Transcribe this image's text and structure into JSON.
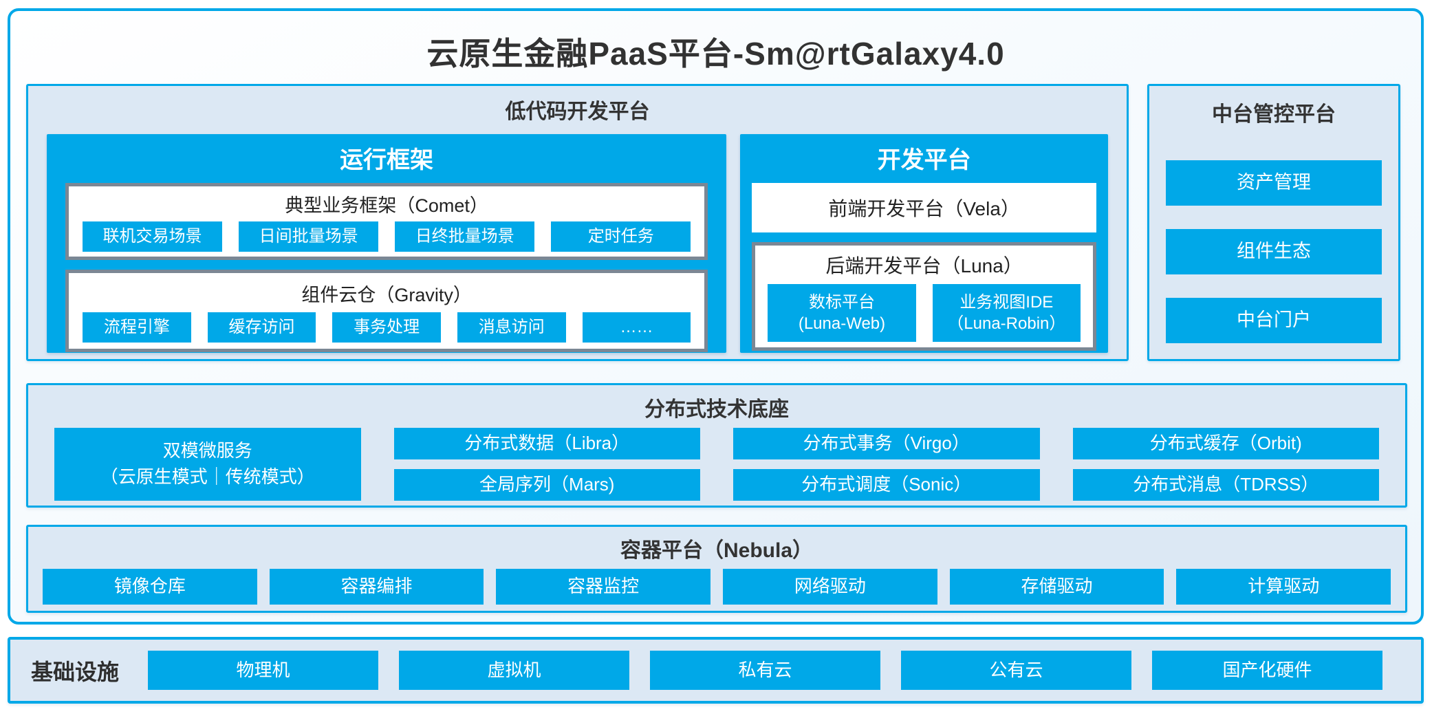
{
  "title": "云原生金融PaaS平台-Sm@rtGalaxy4.0",
  "colors": {
    "accent": "#00A8E8",
    "section_bg": "#DCE8F4",
    "inner_box_border": "#7B8794",
    "text_dark": "#333333"
  },
  "low_code": {
    "title": "低代码开发平台",
    "runtime": {
      "title": "运行框架",
      "comet": {
        "title": "典型业务框架（Comet）",
        "items": [
          "联机交易场景",
          "日间批量场景",
          "日终批量场景",
          "定时任务"
        ]
      },
      "gravity": {
        "title": "组件云仓（Gravity）",
        "items": [
          "流程引擎",
          "缓存访问",
          "事务处理",
          "消息访问",
          "……"
        ]
      }
    },
    "dev": {
      "title": "开发平台",
      "vela": "前端开发平台（Vela）",
      "luna": {
        "title": "后端开发平台（Luna）",
        "items": [
          {
            "line1": "数标平台",
            "line2": "(Luna-Web)"
          },
          {
            "line1": "业务视图IDE",
            "line2": "（Luna-Robin）"
          }
        ]
      }
    }
  },
  "mid_platform": {
    "title": "中台管控平台",
    "items": [
      "资产管理",
      "组件生态",
      "中台门户"
    ]
  },
  "distributed": {
    "title": "分布式技术底座",
    "dual": {
      "line1": "双模微服务",
      "line2": "（云原生模式｜传统模式）"
    },
    "columns": [
      {
        "top": "分布式数据（Libra）",
        "bottom": "全局序列（Mars)"
      },
      {
        "top": "分布式事务（Virgo）",
        "bottom": "分布式调度（Sonic）"
      },
      {
        "top": "分布式缓存（Orbit)",
        "bottom": "分布式消息（TDRSS）"
      }
    ]
  },
  "container_platform": {
    "title": "容器平台（Nebula）",
    "items": [
      "镜像仓库",
      "容器编排",
      "容器监控",
      "网络驱动",
      "存储驱动",
      "计算驱动"
    ]
  },
  "infrastructure": {
    "title": "基础设施",
    "items": [
      "物理机",
      "虚拟机",
      "私有云",
      "公有云",
      "国产化硬件"
    ]
  }
}
